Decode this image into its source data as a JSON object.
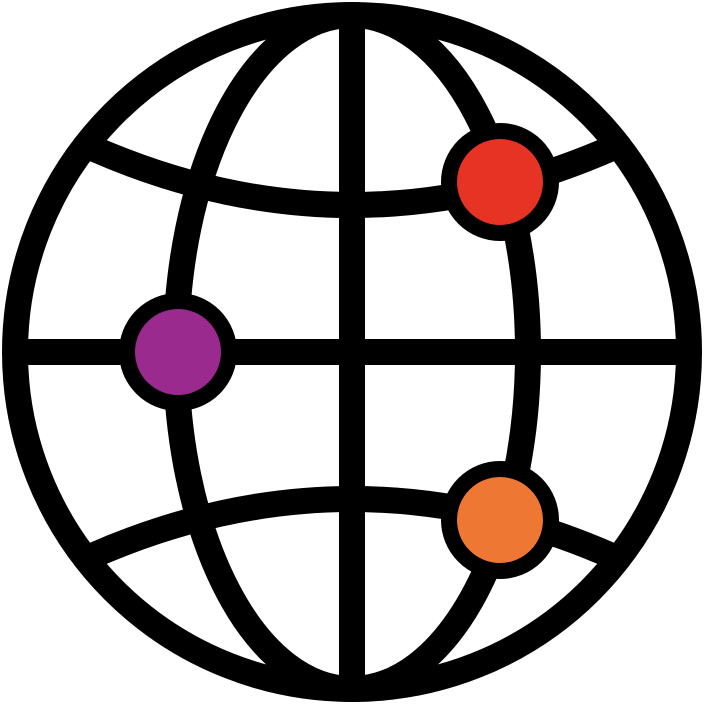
{
  "icon": {
    "name": "globe-network-icon",
    "line_color": "#000000",
    "background_color": "#ffffff",
    "nodes": [
      {
        "name": "node-red",
        "color": "#E63323"
      },
      {
        "name": "node-purple",
        "color": "#9A2A8E"
      },
      {
        "name": "node-orange",
        "color": "#EE7733"
      }
    ]
  }
}
